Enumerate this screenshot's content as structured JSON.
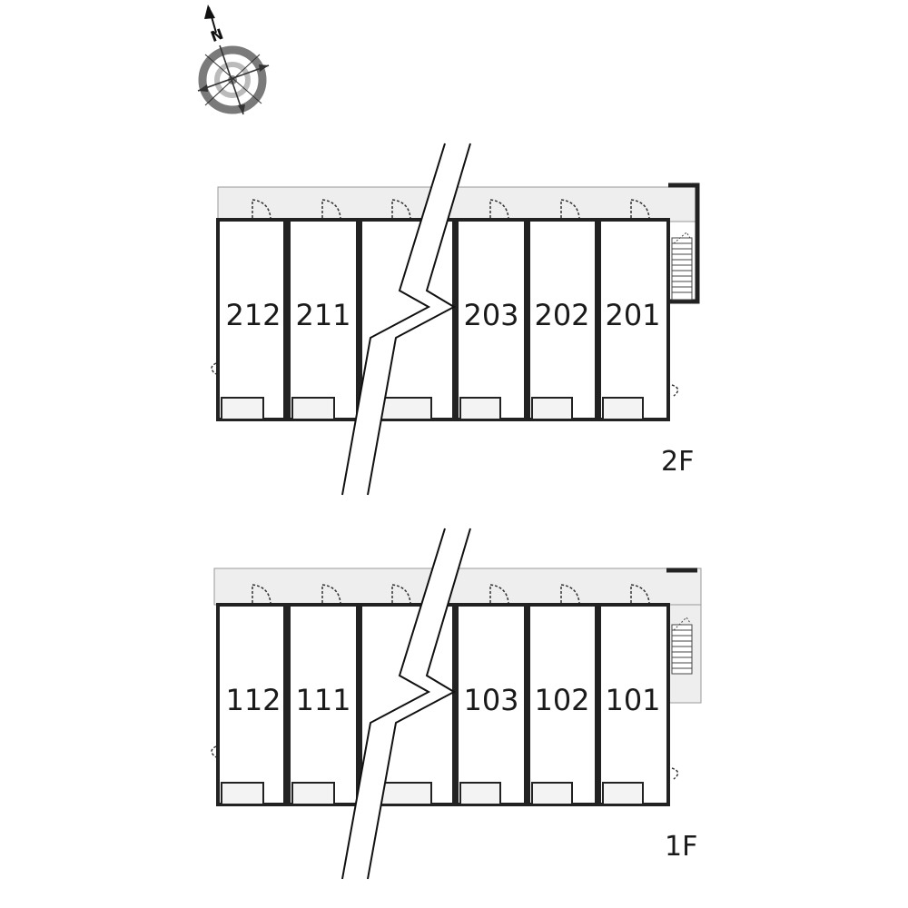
{
  "compass": {
    "north_label": "N"
  },
  "floors": [
    {
      "id": "2F",
      "label": "2F",
      "units": [
        "212",
        "211",
        "203",
        "202",
        "201"
      ]
    },
    {
      "id": "1F",
      "label": "1F",
      "units": [
        "112",
        "111",
        "103",
        "102",
        "101"
      ]
    }
  ]
}
